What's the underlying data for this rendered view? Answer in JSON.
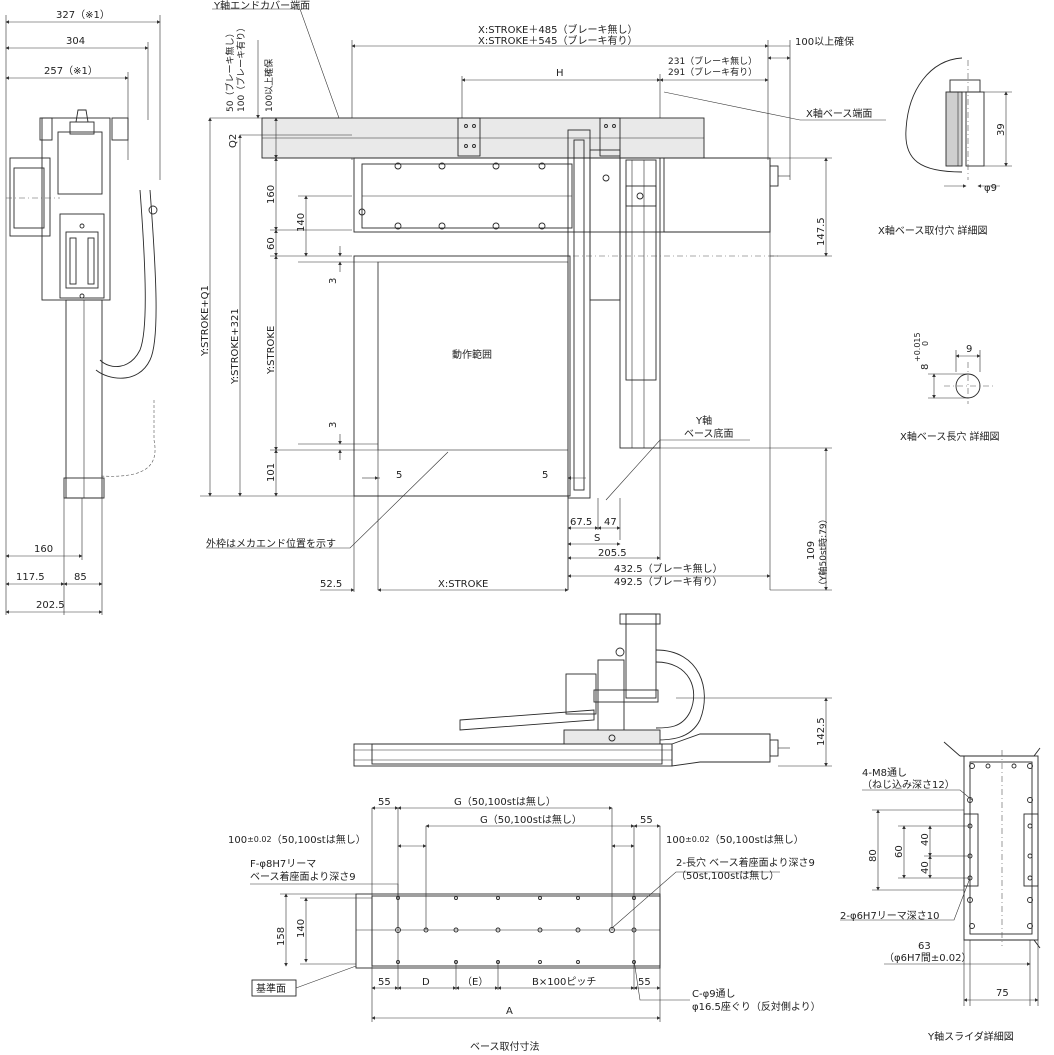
{
  "dims": {
    "d327": "327（※1）",
    "d304": "304",
    "d257": "257（※1）",
    "d160a": "160",
    "d117": "117.5",
    "d85": "85",
    "d202": "202.5",
    "yEndCover": "Y軸エンドカバー端面",
    "v50": "50（ブレーキ無し）",
    "v100": "100（ブレーキ有り）",
    "v100up": "100以上確保",
    "xs485": "X:STROKE＋485（ブレーキ無し）",
    "xs545": "X:STROKE＋545（ブレーキ有り）",
    "h": "H",
    "d231": "231（ブレーキ無し）",
    "d291": "291（ブレーキ有り）",
    "h100up": "100以上確保",
    "xBaseEnd": "X軸ベース端面",
    "q2": "Q2",
    "d160": "160",
    "d140": "140",
    "d60": "60",
    "d3a": "3",
    "d3b": "3",
    "d101": "101",
    "yq1": "Y:STROKE+Q1",
    "y321": "Y:STROKE+321",
    "ystroke": "Y:STROKE",
    "d147": "147.5",
    "range": "動作範囲",
    "yBase": "Y軸",
    "yBase2": "ベース底面",
    "d5a": "5",
    "d5b": "5",
    "d675": "67.5",
    "d47": "47",
    "s": "S",
    "d2055": "205.5",
    "d4325": "432.5（ブレーキ無し）",
    "d4925": "492.5（ブレーキ有り）",
    "outer": "外枠はメカエンド位置を示す",
    "d525": "52.5",
    "xstroke": "X:STROKE",
    "d109": "109",
    "y50": "（Y軸50st時:79）",
    "d1425": "142.5",
    "b55a": "55",
    "g1": "G（50,100stは無し）",
    "g2": "G（50,100stは無し）",
    "b55b": "55",
    "t100a": "100",
    "t100a_tol": "±0.02",
    "t100a_note": "（50,100stは無し）",
    "t100b": "100",
    "t100b_tol": "±0.02",
    "t100b_note": "（50,100stは無し）",
    "fphi1": "F-φ8H7リーマ",
    "fphi2": "ベース着座面より深さ9",
    "slot1": "2-長穴 ベース着座面より深さ9",
    "slot2": "（50st,100stは無し）",
    "b158": "158",
    "b140": "140",
    "ref": "基準面",
    "b55c": "55",
    "bD": "D",
    "bE": "（E）",
    "bB": "B×100ピッチ",
    "b55d": "55",
    "bA": "A",
    "cphi1": "C-φ9通し",
    "cphi2": "φ16.5座ぐり（反対側より）",
    "baseCap": "ベース取付寸法",
    "det1d39": "39",
    "det1phi": "φ9",
    "det1cap": "X軸ベース取付穴 詳細図",
    "det2tol": "+0.015",
    "det2tol0": "0",
    "det2eight": "8",
    "det2nine": "9",
    "det2cap": "X軸ベース長穴 詳細図",
    "m8a": "4-M8通し",
    "m8b": "（ねじ込み深さ12）",
    "s80": "80",
    "s60": "60",
    "s40a": "40",
    "s40b": "40",
    "s6h7": "2-φ6H7リーマ深さ10",
    "s63": "63",
    "s63b": "（φ6H7間±0.02）",
    "s75": "75",
    "sliderCap": "Y軸スライダ詳細図"
  }
}
